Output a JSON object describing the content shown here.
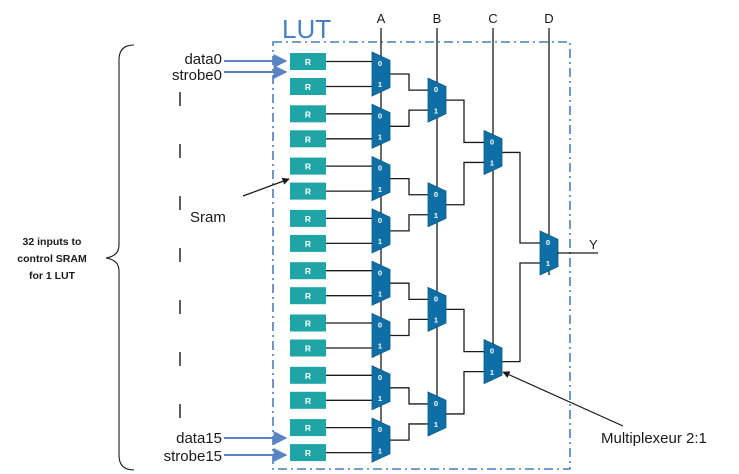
{
  "lut_label": "LUT",
  "columns": [
    "A",
    "B",
    "C",
    "D"
  ],
  "inputs": {
    "top": [
      "data0",
      "strobe0"
    ],
    "bottom": [
      "data15",
      "strobe15"
    ]
  },
  "sram_cell_label": "R",
  "sram_cell_count": 16,
  "sram_label": "Sram",
  "brace_label": [
    "32 inputs to",
    "control SRAM",
    "for 1 LUT"
  ],
  "mux_input_labels": [
    "0",
    "1"
  ],
  "output_label": "Y",
  "mux_label": "Multiplexeur 2:1",
  "colors": {
    "lut_border": "#4a7fc0",
    "lut_text": "#4a7fc0",
    "sram_fill": "#1fa5a6",
    "mux_fill": "#0d6fa5",
    "wire": "#1a1a1a",
    "arrow": "#5b84c4"
  }
}
